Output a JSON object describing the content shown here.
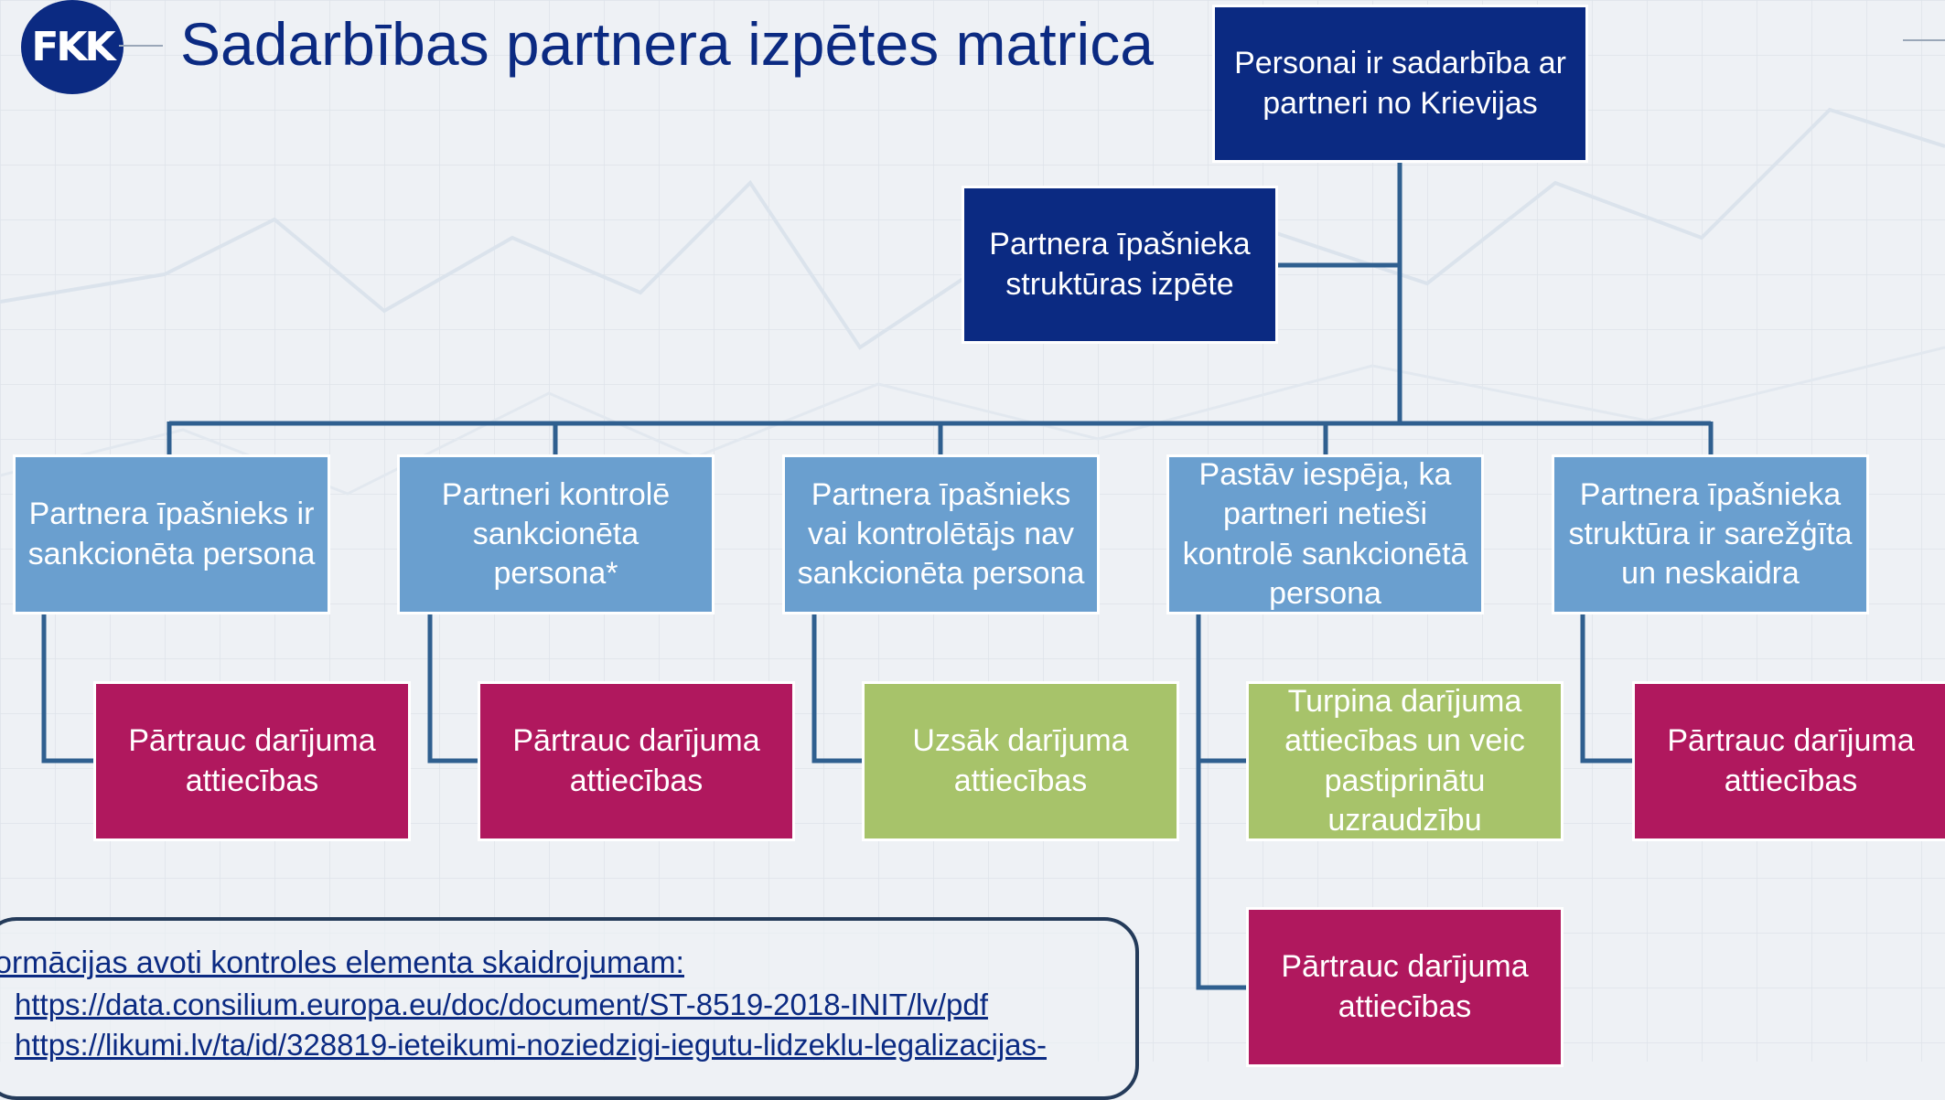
{
  "logo": {
    "text": "FKK"
  },
  "title": "Sadarbības partnera izpētes matrica",
  "nodes": {
    "root": "Personai ir sadarbība ar partneri no Krievijas",
    "study": "Partnera īpašnieka struktūras izpēte",
    "case1": "Partnera īpašnieks ir sankcionēta persona",
    "case2": "Partneri kontrolē sankcionēta persona*",
    "case3": "Partnera īpašnieks vai kontrolētājs nav sankcionēta persona",
    "case4": "Pastāv iespēja, ka partneri netieši kontrolē sankcionētā persona",
    "case5": "Partnera īpašnieka struktūra ir sarežģīta un neskaidra",
    "outcome1": "Pārtrauc darījuma attiecības",
    "outcome2": "Pārtrauc darījuma attiecības",
    "outcome3": "Uzsāk darījuma attiecības",
    "outcome4a": "Turpina darījuma attiecības un veic pastiprinātu uzraudzību",
    "outcome4b": "Pārtrauc darījuma attiecības",
    "outcome5": "Pārtrauc darījuma attiecības"
  },
  "sources": {
    "heading": "ormācijas avoti kontroles elementa skaidrojumam:",
    "links": [
      "https://data.consilium.europa.eu/doc/document/ST-8519-2018-INIT/lv/pdf",
      "https://likumi.lv/ta/id/328819-ieteikumi-noziedzigi-iegutu-lidzeklu-legalizacijas-"
    ]
  },
  "colors": {
    "dark_blue": "#0b2a82",
    "light_blue": "#6a9fcf",
    "magenta": "#b0185e",
    "green": "#a7c36a",
    "connector": "#2f5f8f"
  }
}
